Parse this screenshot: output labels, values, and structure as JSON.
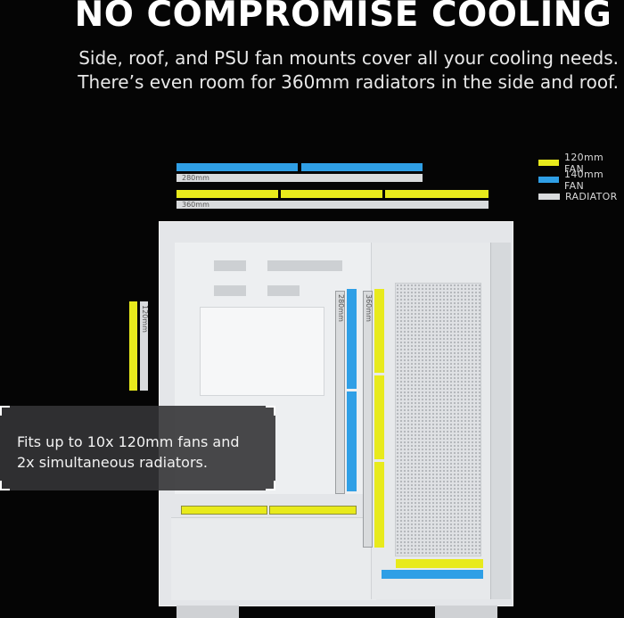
{
  "headline": "NO COMPROMISE COOLING",
  "subheadline": {
    "line1": "Side, roof, and PSU fan mounts cover all your cooling needs.",
    "line2": "There’s even room for 360mm radiators in the side and roof."
  },
  "legend": [
    {
      "label": "120mm FAN",
      "color": "#e8ea1c"
    },
    {
      "label": "140mm FAN",
      "color": "#2f9fe6"
    },
    {
      "label": "RADIATOR",
      "color": "#d9dbdd"
    }
  ],
  "size_labels": {
    "top_280": "280mm",
    "top_360": "360mm",
    "side_120": "120mm",
    "side_280": "280mm",
    "side_360": "360mm"
  },
  "callout": {
    "line1": "Fits up to 10x 120mm fans and",
    "line2": "2x simultaneous radiators."
  },
  "colors": {
    "background": "#050505",
    "fan_120": "#e8ea1c",
    "fan_140": "#2f9fe6",
    "radiator": "#d9dbdd",
    "case": "#e4e6e9"
  }
}
